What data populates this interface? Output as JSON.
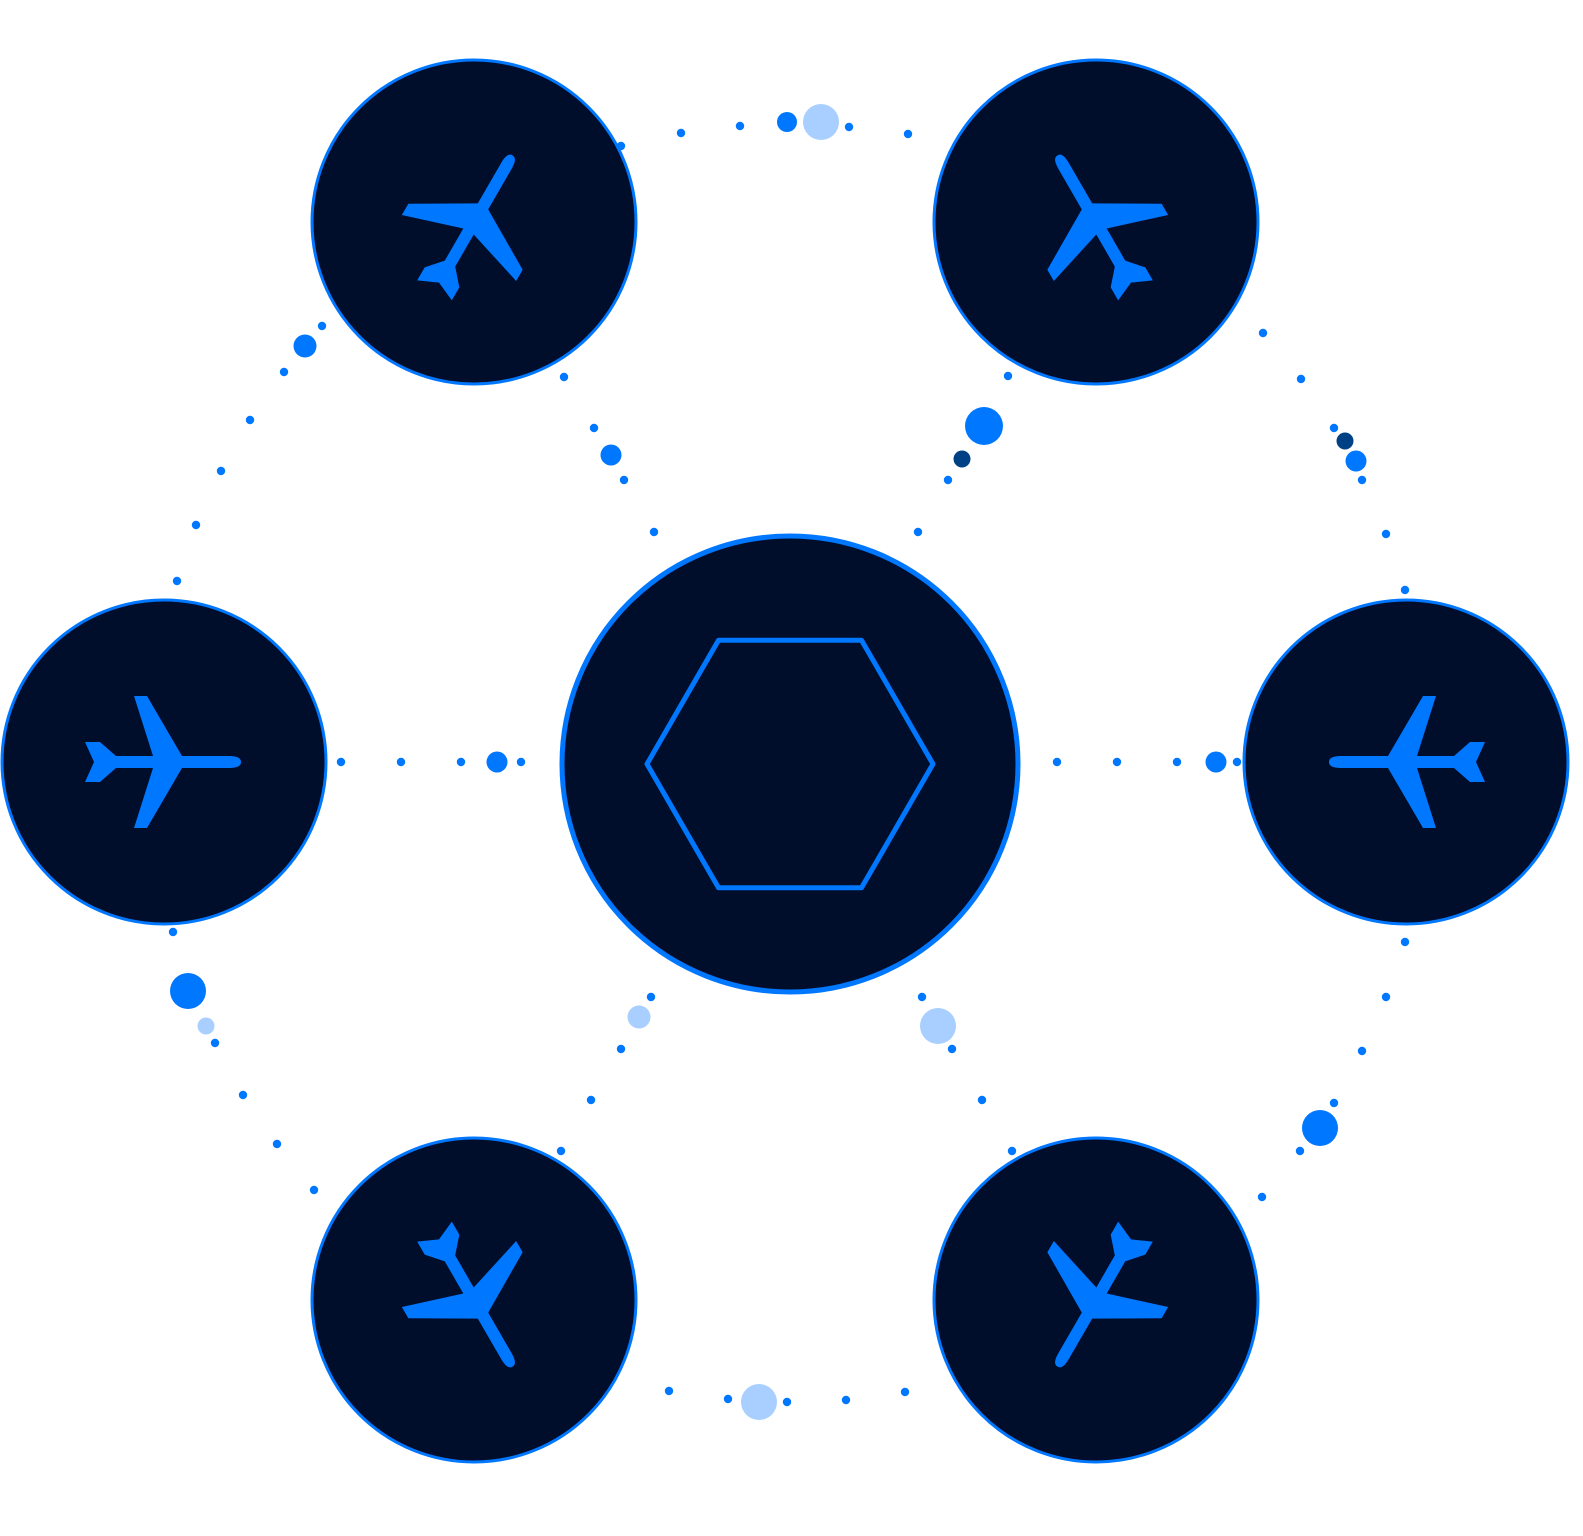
{
  "diagram": {
    "type": "hub-and-spoke network",
    "hub": {
      "icon": "hexagon-icon"
    },
    "nodes": [
      {
        "id": "top-left",
        "icon": "airplane-icon",
        "heading_deg": -60
      },
      {
        "id": "top-right",
        "icon": "airplane-icon",
        "heading_deg": -120
      },
      {
        "id": "left",
        "icon": "airplane-icon",
        "heading_deg": 0
      },
      {
        "id": "right",
        "icon": "airplane-icon",
        "heading_deg": 180
      },
      {
        "id": "bottom-left",
        "icon": "airplane-icon",
        "heading_deg": 60
      },
      {
        "id": "bottom-right",
        "icon": "airplane-icon",
        "heading_deg": 120
      }
    ],
    "connections": {
      "style": "dotted",
      "hub_spokes": 6,
      "ring_edges": 6
    }
  },
  "colors": {
    "node_fill": "#000d2b",
    "accent": "#0077ff",
    "dot_light": "#a8cfff",
    "dot_dark": "#004185",
    "background": "#ffffff"
  }
}
